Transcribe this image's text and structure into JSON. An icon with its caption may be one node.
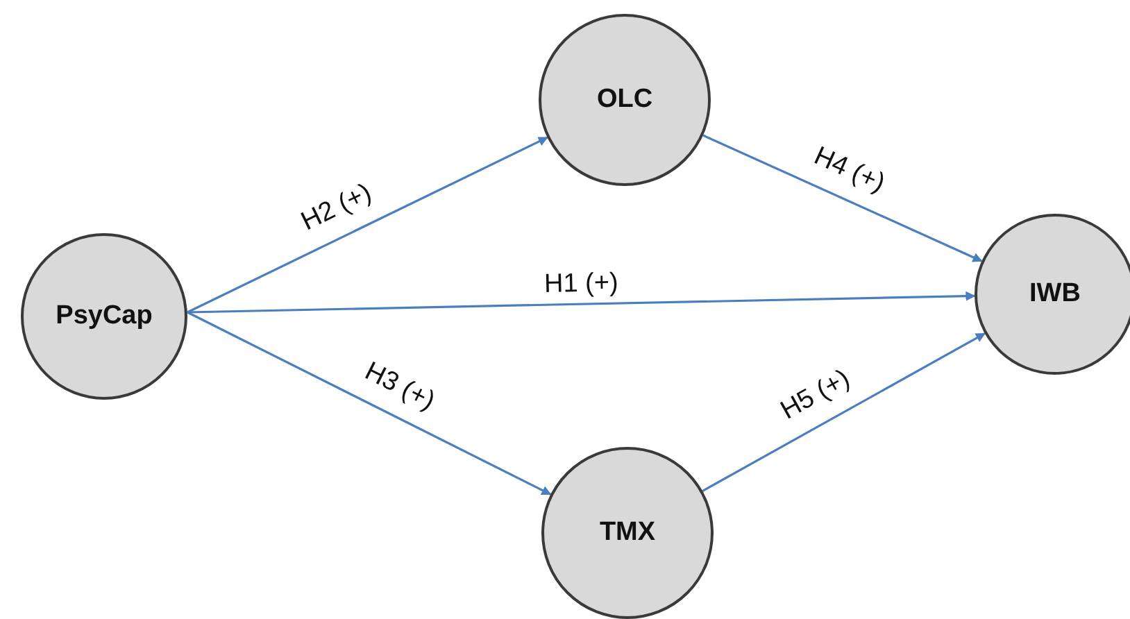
{
  "diagram": {
    "nodes": [
      {
        "text": [
          "PsyCap"
        ]
      },
      {
        "text": [
          "OLC"
        ]
      },
      {
        "text": [
          "TMX"
        ]
      },
      {
        "text": [
          "IWB"
        ]
      }
    ],
    "edges": [
      {
        "from": 0,
        "to": 1,
        "arrow": "to",
        "label": "H2 (+)"
      },
      {
        "from": 0,
        "to": 3,
        "arrow": "to",
        "label": "H1 (+)"
      },
      {
        "from": 0,
        "to": 2,
        "arrow": "to",
        "label": "H3 (+)"
      },
      {
        "from": 1,
        "to": 3,
        "arrow": "to",
        "label": "H4 (+)"
      },
      {
        "from": 2,
        "to": 3,
        "arrow": "to",
        "label": "H5 (+)"
      }
    ]
  }
}
